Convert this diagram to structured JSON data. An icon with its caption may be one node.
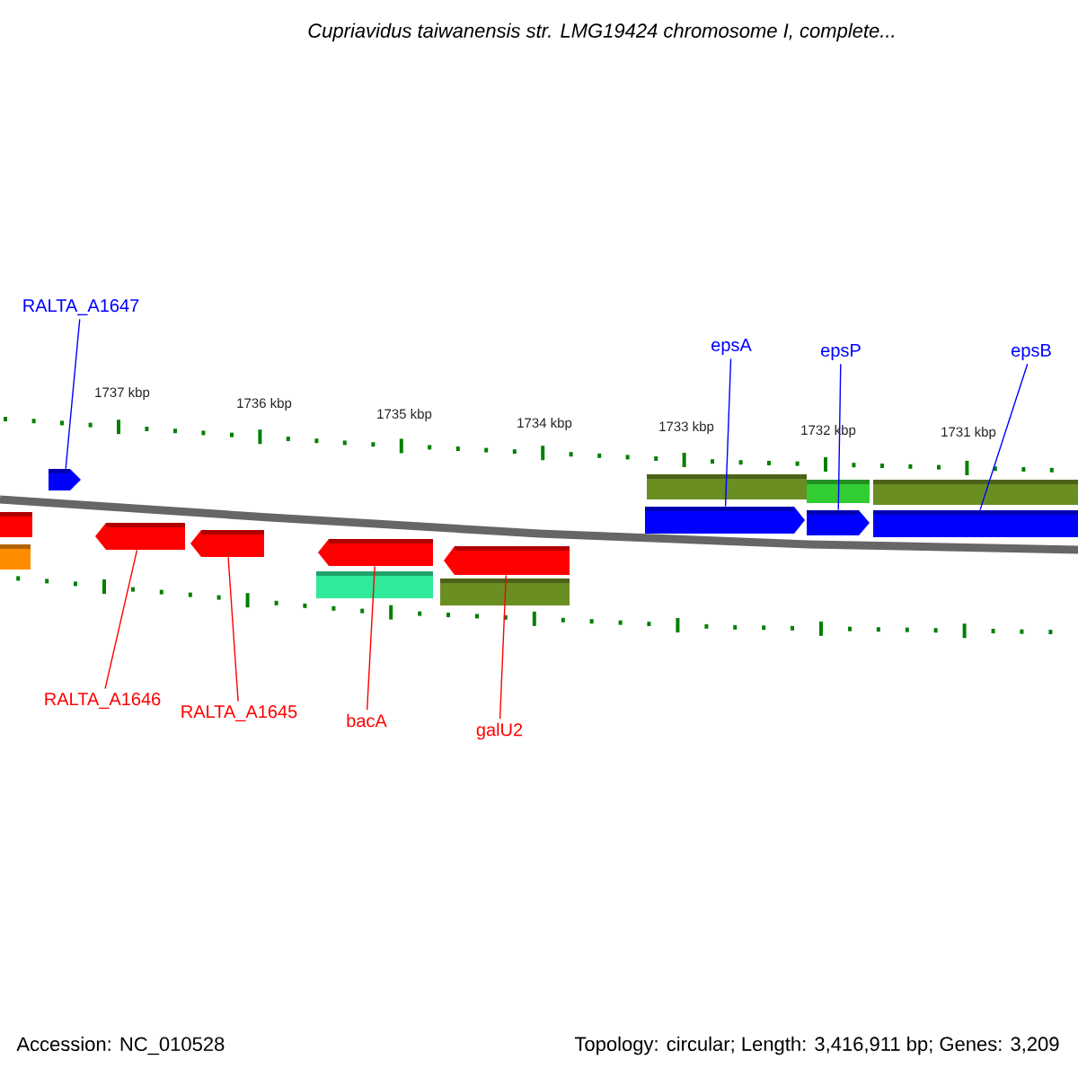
{
  "diagram": {
    "title": "Cupriavidus taiwanensis str. LMG19424 chromosome I, complete...",
    "nodes": [
      {
        "text": [
          "RALTA_A1647"
        ]
      },
      {
        "text": [
          "epsA"
        ]
      },
      {
        "text": [
          "epsP"
        ]
      },
      {
        "text": [
          "epsB"
        ]
      },
      {
        "text": [
          "RALTA_A1646"
        ]
      },
      {
        "text": [
          "RALTA_A1645"
        ]
      },
      {
        "text": [
          "bacA"
        ]
      },
      {
        "text": [
          "galU2"
        ]
      },
      {
        "text": [],
        "shape": "bar"
      },
      {
        "text": [],
        "shape": "bar"
      },
      {
        "text": [],
        "shape": "arrow"
      },
      {
        "text": [],
        "shape": "arrow"
      },
      {
        "text": [],
        "shape": "arrow"
      },
      {
        "text": [],
        "shape": "arrow"
      },
      {
        "text": [],
        "shape": "bar"
      },
      {
        "text": [],
        "shape": "arrow"
      },
      {
        "text": [],
        "shape": "bar"
      },
      {
        "text": [],
        "shape": "arrow"
      },
      {
        "text": [],
        "shape": "bar"
      },
      {
        "text": [],
        "shape": "arrow"
      },
      {
        "text": [],
        "shape": "bar"
      },
      {
        "text": [],
        "shape": "bar"
      },
      {
        "text": [],
        "shape": "bar"
      }
    ],
    "edges": [
      {
        "from": 0,
        "to": 10,
        "arrow": "none",
        "color": "#0000ff"
      },
      {
        "from": 1,
        "to": 17,
        "arrow": "none",
        "color": "#0000ff"
      },
      {
        "from": 2,
        "to": 19,
        "arrow": "none",
        "color": "#0000ff"
      },
      {
        "from": 3,
        "to": 21,
        "arrow": "none",
        "color": "#0000ff"
      },
      {
        "from": 4,
        "to": 11,
        "arrow": "none",
        "color": "#ff0000"
      },
      {
        "from": 5,
        "to": 12,
        "arrow": "none",
        "color": "#ff0000"
      },
      {
        "from": 6,
        "to": 13,
        "arrow": "none",
        "color": "#ff0000"
      },
      {
        "from": 7,
        "to": 15,
        "arrow": "none",
        "color": "#ff0000"
      }
    ],
    "labels": [
      "1737 kbp",
      "1736 kbp",
      "1735 kbp",
      "1734 kbp",
      "1733 kbp",
      "1732 kbp",
      "1731 kbp",
      "Accession: NC_010528",
      "Topology: circular; Length: 3,416,911 bp; Genes: 3,209"
    ]
  }
}
